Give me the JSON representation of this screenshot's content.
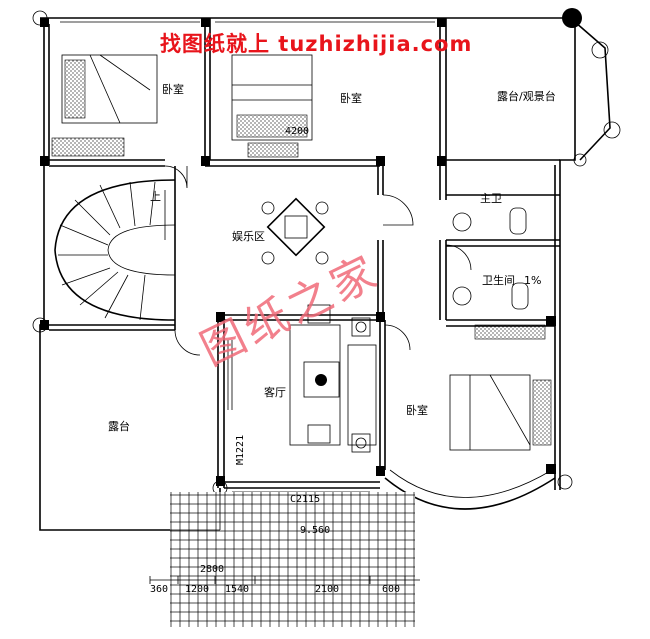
{
  "watermark_top": "找图纸就上 tuzhizhijia.com",
  "watermark_center": "图纸之家",
  "rooms": {
    "bedroom_nw": "卧室",
    "bedroom_n": "卧室",
    "terrace_ne": "露台/观景台",
    "master_bath": "主卫",
    "entertainment": "娱乐区",
    "bathroom": "卫生间",
    "living": "客厅",
    "bedroom_e": "卧室",
    "terrace_w": "露台"
  },
  "labels": {
    "stair_up": "上",
    "slope": "1%",
    "door_m1221": "M1221",
    "window_c2115": "C2115",
    "elev_9560": "9.560",
    "dim_4200": "4200"
  },
  "dimensions": [
    "2800",
    "360",
    "1200",
    "1540",
    "2100",
    "600"
  ]
}
